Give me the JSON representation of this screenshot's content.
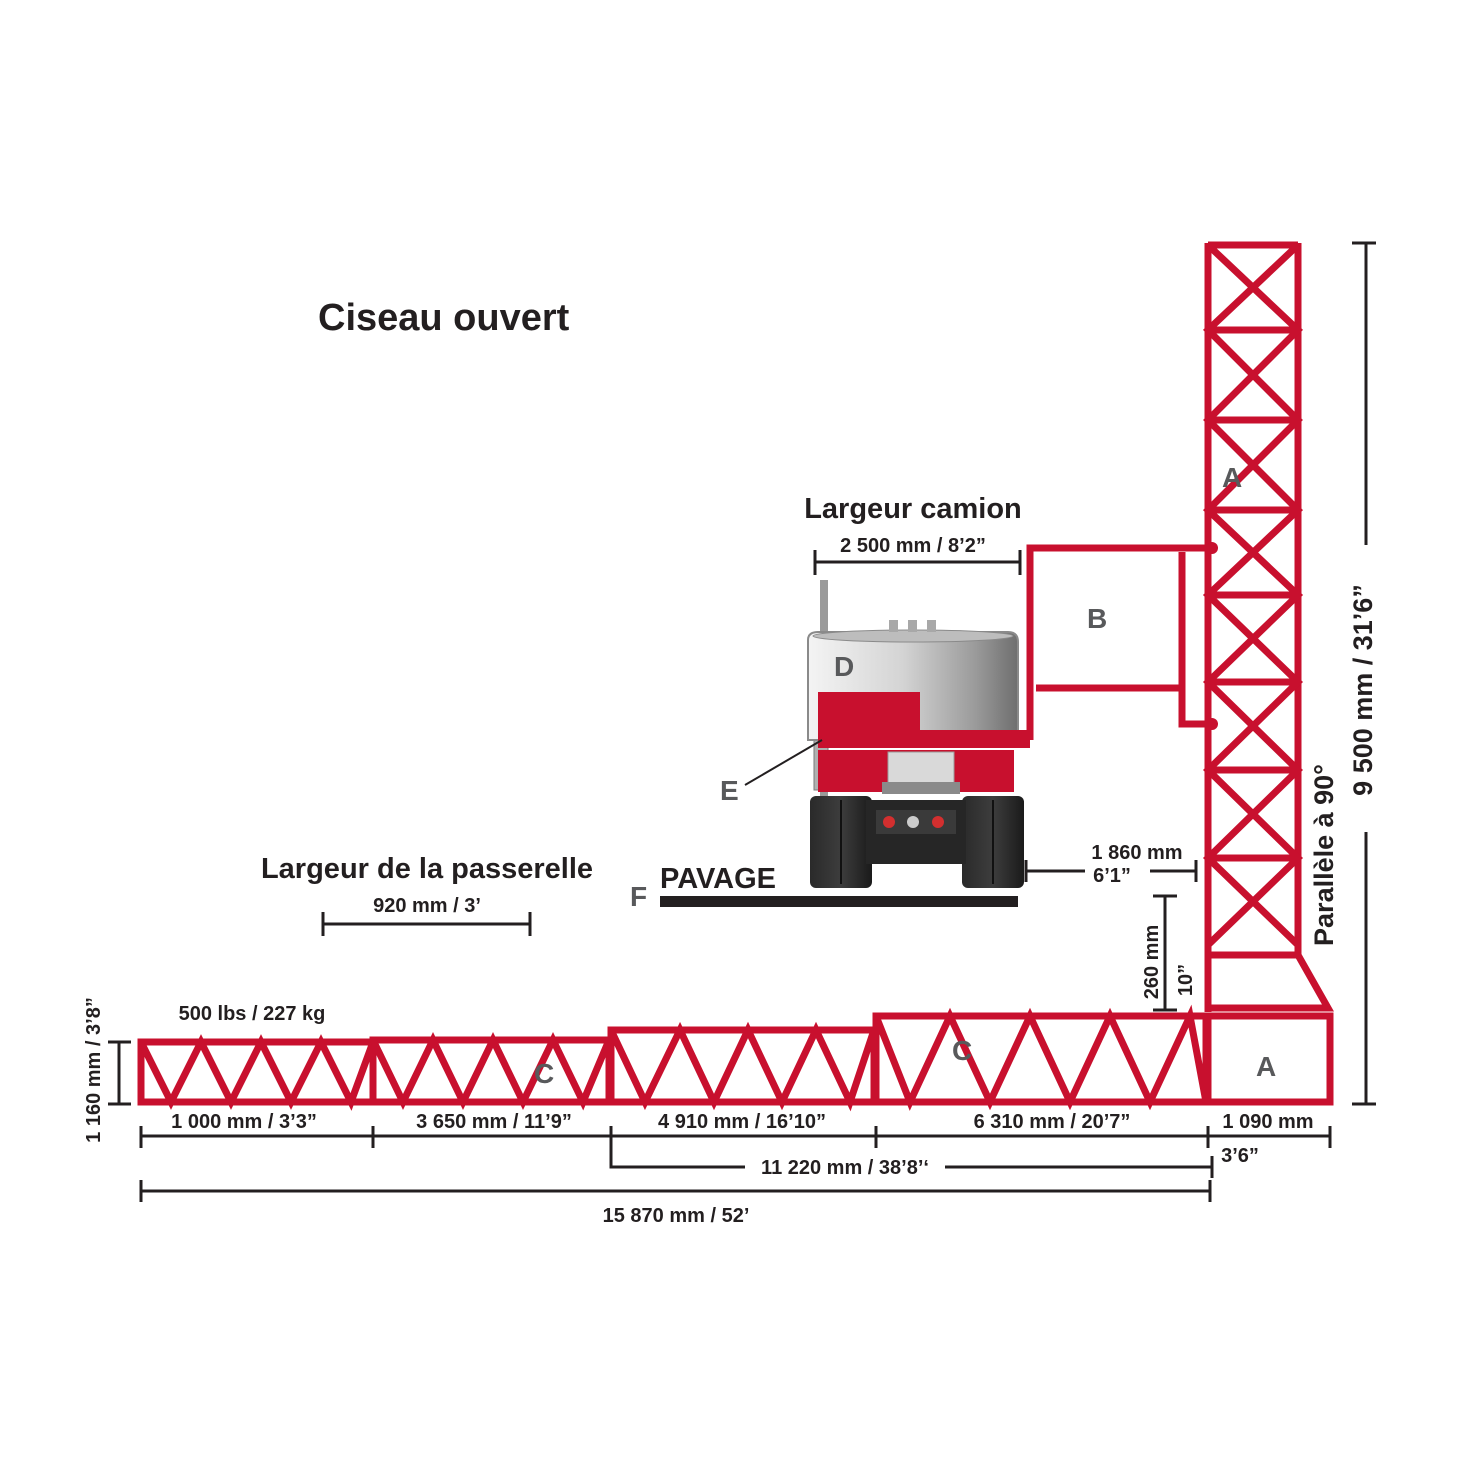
{
  "title": "Ciseau ouvert",
  "truck_width": {
    "label": "Largeur camion",
    "value": "2 500 mm / 8’2”"
  },
  "walkway_width": {
    "label": "Largeur de la passerelle",
    "value": "920 mm / 3’"
  },
  "paving": "PAVAGE",
  "letters": {
    "A_top": "A",
    "A_bottom": "A",
    "B": "B",
    "C_left": "C",
    "C_right": "C",
    "D": "D",
    "E": "E",
    "F": "F"
  },
  "load": "500 lbs / 227 kg",
  "dims": {
    "height_left": "1 160 mm / 3’8”",
    "seg1": "1 000 mm / 3’3”",
    "seg2": "3 650 mm / 11’9”",
    "seg3": "4 910 mm / 16’10”",
    "seg4": "6 310 mm / 20’7”",
    "seg5_a": "1 090 mm",
    "seg5_b": "3’6”",
    "span_11220": "11 220 mm / 38’8’‘",
    "span_total": "15 870 mm / 52’",
    "clearance_a": "1 860 mm",
    "clearance_b": "6’1”",
    "gap_a": "260 mm",
    "gap_b": "10”",
    "tower_height": "9 500 mm / 31’6”",
    "parallel": "Parallèle à 90°"
  },
  "colors": {
    "truss_red": "#c8102e",
    "ink": "#231f20",
    "label_gray": "#58595b"
  }
}
